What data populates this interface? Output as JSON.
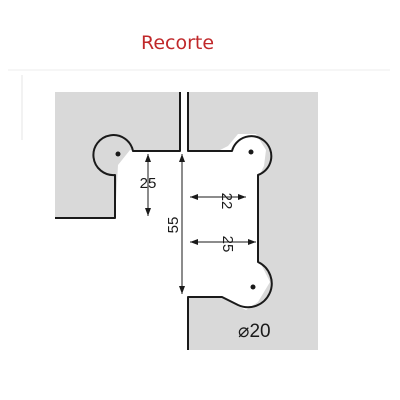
{
  "title": "Recorte",
  "colors": {
    "title": "#c0282a",
    "panel": "#d9d9d9",
    "line": "#1a1a1a",
    "background": "#ffffff"
  },
  "dimensions": {
    "left_height": "25",
    "total_height": "55",
    "inner_width_top": "22",
    "inner_width_bottom": "25",
    "hole_diameter": "20",
    "diameter_symbol": "⌀"
  }
}
